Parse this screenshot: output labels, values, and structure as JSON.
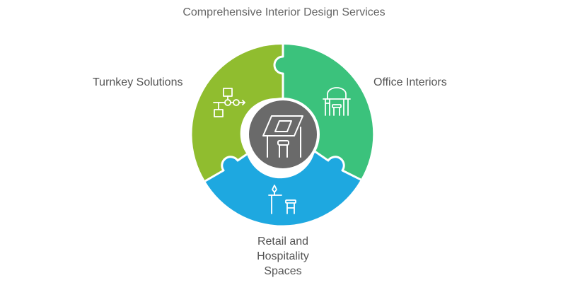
{
  "title": "Comprehensive Interior Design Services",
  "segments": [
    {
      "name": "turnkey",
      "label": "Turnkey Solutions",
      "color": "#90bd2f",
      "icon": "flowchart-icon"
    },
    {
      "name": "office",
      "label": "Office Interiors",
      "color": "#3bc27c",
      "icon": "office-desk-icon"
    },
    {
      "name": "retail",
      "label_lines": [
        "Retail and",
        "Hospitality",
        "Spaces"
      ],
      "color": "#1ea8e0",
      "icon": "bar-table-stool-icon"
    }
  ],
  "center": {
    "color": "#6a6a6a",
    "icon": "drafting-table-icon"
  }
}
